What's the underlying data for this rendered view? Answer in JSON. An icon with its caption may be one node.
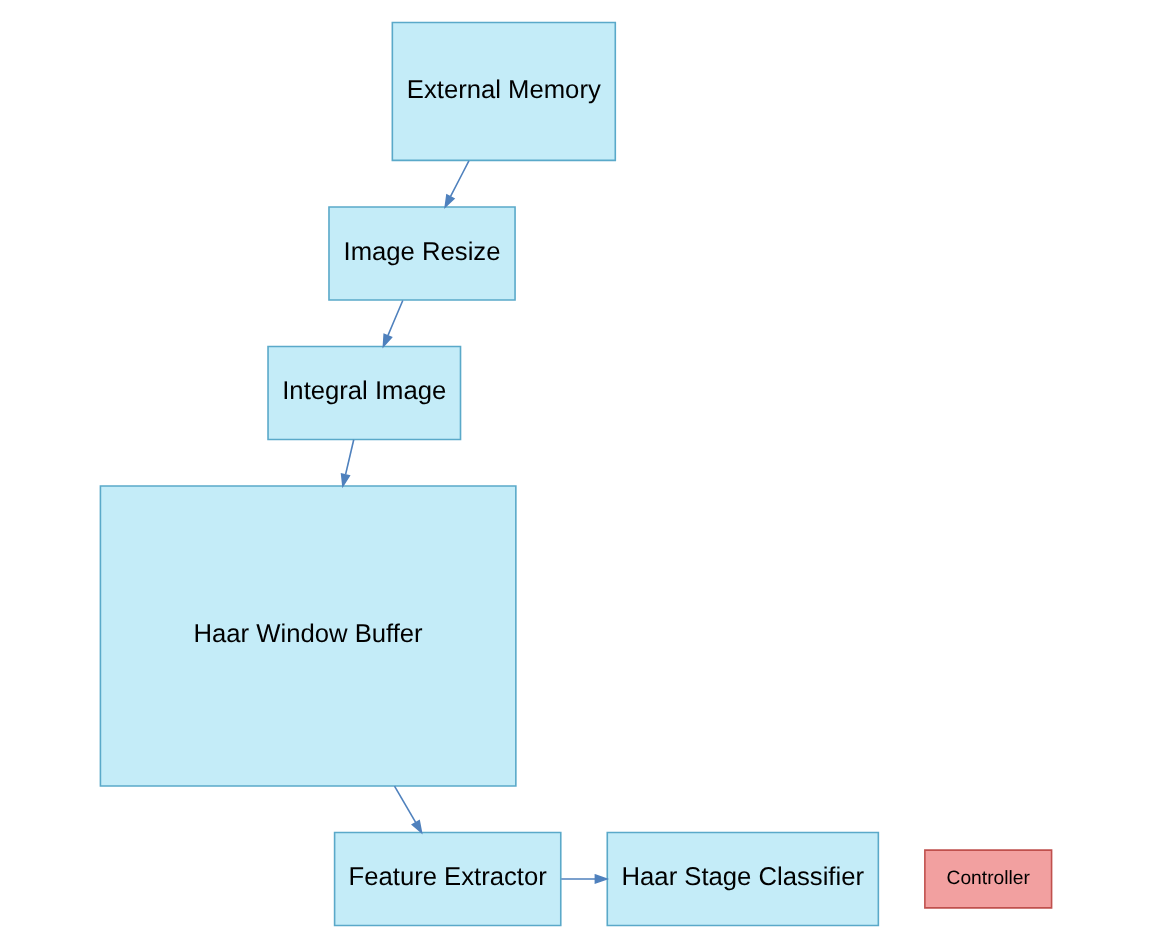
{
  "diagram": {
    "nodes": [
      {
        "text": [
          "External Memory"
        ]
      },
      {
        "text": [
          "Image Resize"
        ]
      },
      {
        "text": [
          "Integral Image"
        ]
      },
      {
        "text": [
          "Haar Window Buffer"
        ]
      },
      {
        "text": [
          "Feature Extractor"
        ]
      },
      {
        "text": [
          "Haar Stage Classifier"
        ]
      },
      {
        "text": [
          "Controller"
        ]
      }
    ],
    "edges": [
      {
        "from": 0,
        "to": 1,
        "arrow": "to"
      },
      {
        "from": 1,
        "to": 2,
        "arrow": "to"
      },
      {
        "from": 2,
        "to": 3,
        "arrow": "to"
      },
      {
        "from": 3,
        "to": 4,
        "arrow": "to"
      },
      {
        "from": 4,
        "to": 5,
        "arrow": "to"
      }
    ]
  }
}
